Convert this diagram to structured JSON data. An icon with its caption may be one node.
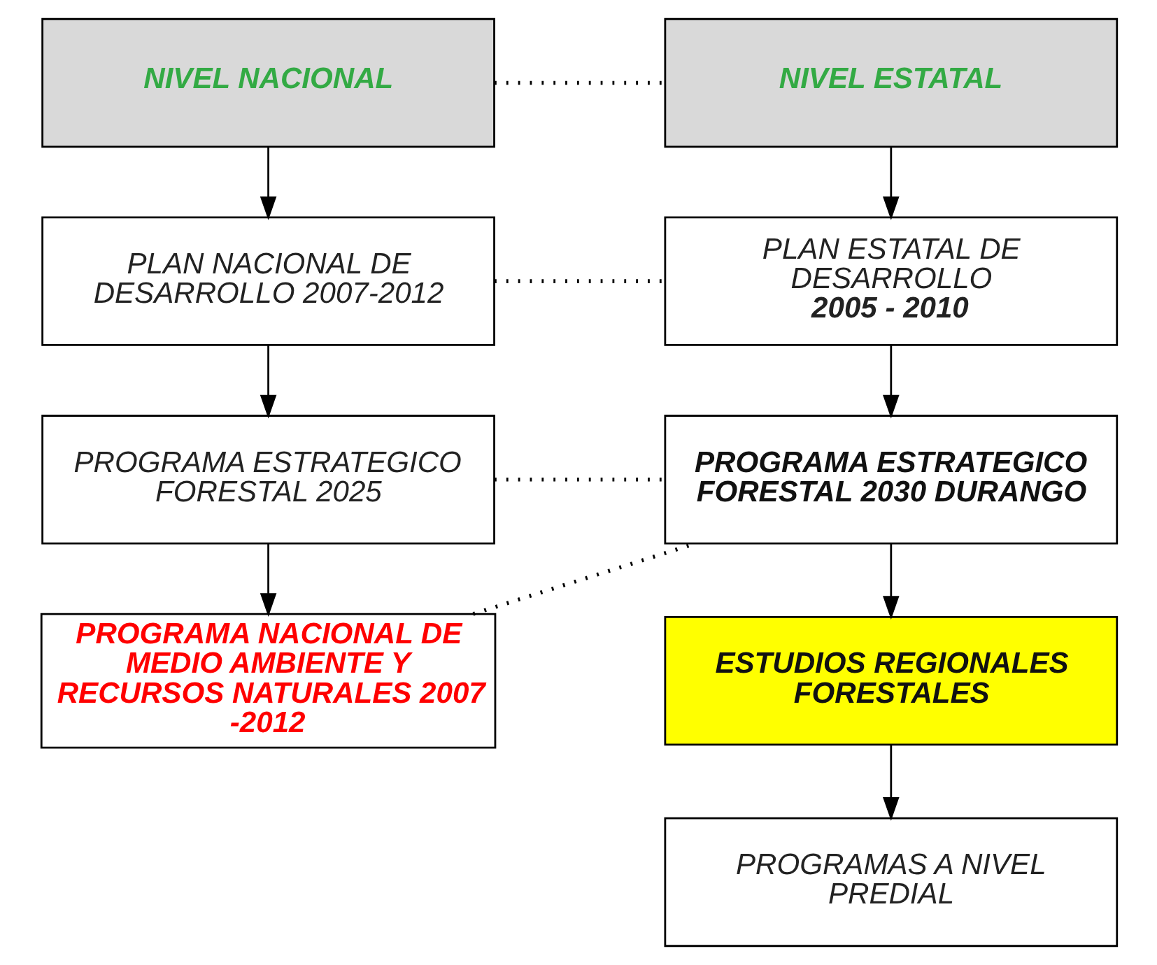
{
  "diagram": {
    "nodes": [
      {
        "text": [
          "NIVEL NACIONAL"
        ]
      },
      {
        "text": [
          "NIVEL ESTATAL"
        ]
      },
      {
        "text": [
          "PLAN NACIONAL DE DESARROLLO 2007-2012"
        ]
      },
      {
        "text": [
          "PLAN ESTATAL DE DESARROLLO",
          "2005 - 2010"
        ]
      },
      {
        "text": [
          "PROGRAMA ESTRATEGICO FORESTAL 2025"
        ]
      },
      {
        "text": [
          "PROGRAMA ESTRATEGICO FORESTAL 2030 DURANGO"
        ]
      },
      {
        "text": [
          "PROGRAMA NACIONAL DE MEDIO AMBIENTE Y RECURSOS NATURALES 2007 -2012"
        ]
      },
      {
        "text": [
          "ESTUDIOS REGIONALES FORESTALES"
        ]
      },
      {
        "text": [
          "PROGRAMAS A NIVEL PREDIAL"
        ]
      }
    ],
    "edges": [
      {
        "from": 0,
        "to": 1,
        "arrow": "none",
        "style": "dashed"
      },
      {
        "from": 0,
        "to": 2,
        "arrow": "to"
      },
      {
        "from": 1,
        "to": 3,
        "arrow": "to"
      },
      {
        "from": 2,
        "to": 3,
        "arrow": "none",
        "style": "dashed"
      },
      {
        "from": 2,
        "to": 4,
        "arrow": "to"
      },
      {
        "from": 3,
        "to": 5,
        "arrow": "to"
      },
      {
        "from": 4,
        "to": 5,
        "arrow": "none",
        "style": "dashed"
      },
      {
        "from": 4,
        "to": 6,
        "arrow": "to"
      },
      {
        "from": 6,
        "to": 5,
        "arrow": "none",
        "style": "dashed"
      },
      {
        "from": 5,
        "to": 7,
        "arrow": "to"
      },
      {
        "from": 7,
        "to": 8,
        "arrow": "to"
      }
    ]
  }
}
